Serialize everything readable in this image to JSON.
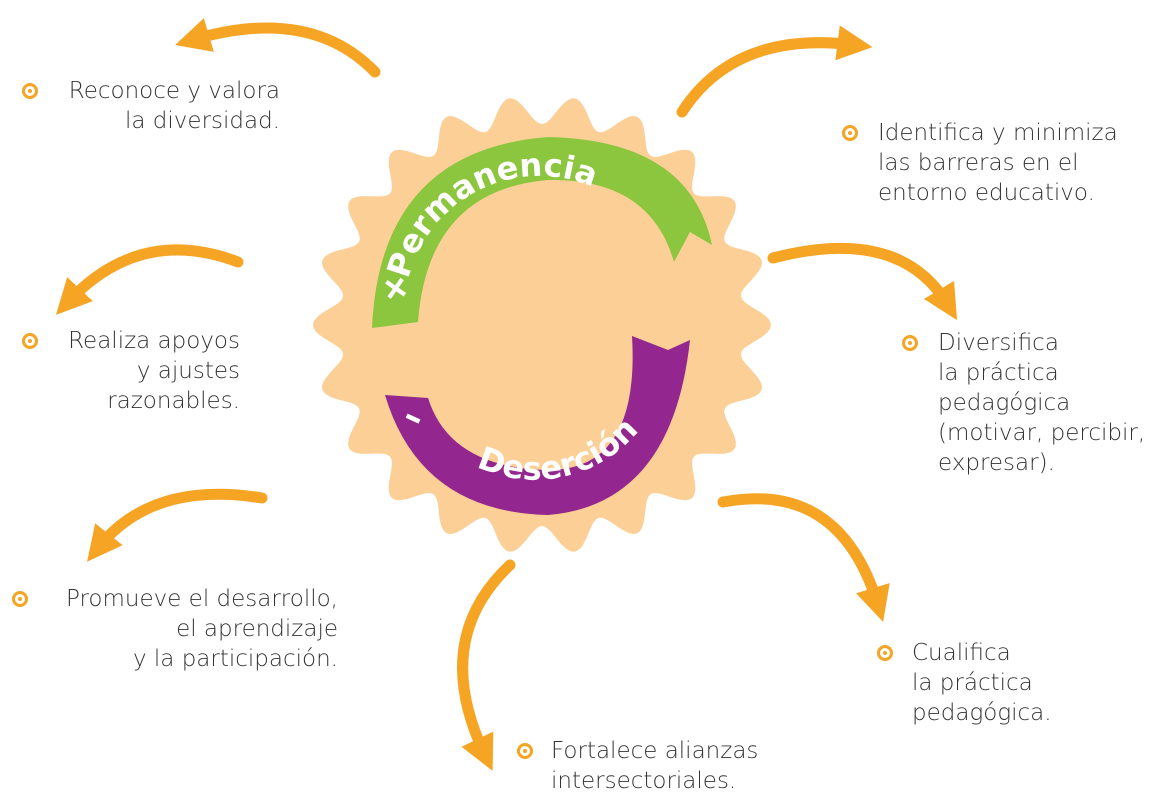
{
  "center": {
    "plus_label": "Permanencia",
    "minus_label": "Deserción",
    "plus_symbol": "+",
    "minus_symbol": "–"
  },
  "items": {
    "reconoce": [
      "Reconoce y valora",
      "la diversidad."
    ],
    "realiza": [
      "Realiza apoyos",
      "y ajustes",
      "razonables."
    ],
    "promueve": [
      "Promueve el desarrollo,",
      "el aprendizaje",
      "y la participación."
    ],
    "fortalece": [
      "Fortalece alianzas",
      "intersectoriales."
    ],
    "identifica": [
      "Identifica y minimiza",
      "las barreras en el",
      "entorno educativo."
    ],
    "diversifica": [
      "Diversifica",
      "la práctica",
      "pedagógica",
      "(motivar, percibir,",
      "expresar)."
    ],
    "cualifica": [
      "Cualifica",
      "la práctica",
      "pedagógica."
    ]
  },
  "colors": {
    "arrow": "#f5a424",
    "badge": "#fbcf96",
    "green": "#8cc63f",
    "purple": "#93278f",
    "text": "#333333"
  }
}
